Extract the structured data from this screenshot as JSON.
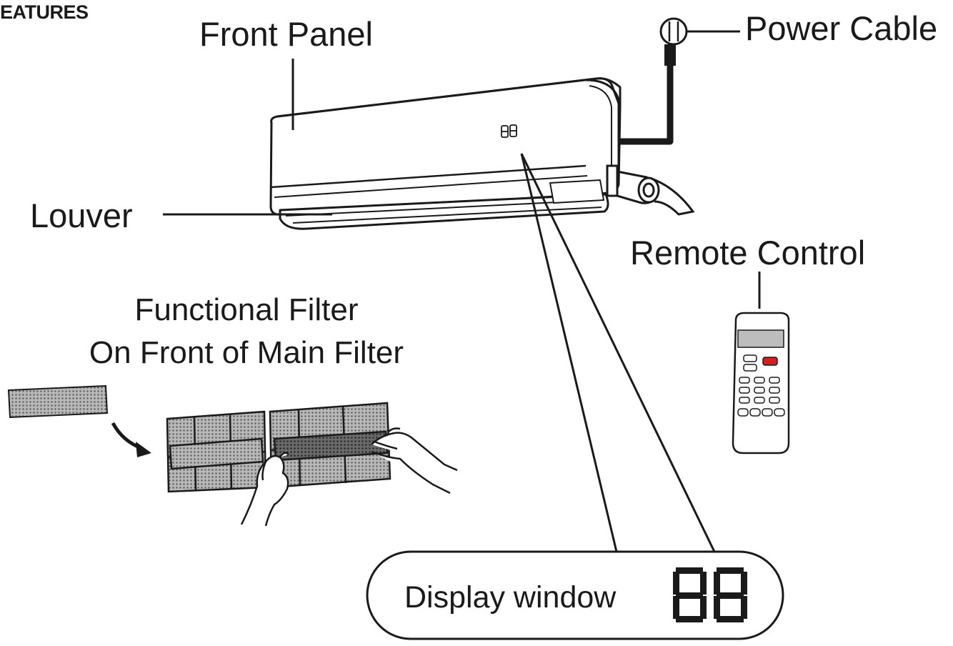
{
  "heading": "EATURES",
  "labels": {
    "front_panel": "Front Panel",
    "power_cable": "Power Cable",
    "louver": "Louver",
    "remote_control": "Remote Control",
    "functional_filter_line1": "Functional Filter",
    "functional_filter_line2": "On Front of Main Filter",
    "display_window": "Display window"
  },
  "display_readout": "88",
  "colors": {
    "line": "#1a1a1a",
    "filter_mesh": "#8a8a8a",
    "remote_button_highlight": "#d62020",
    "background": "#ffffff"
  }
}
